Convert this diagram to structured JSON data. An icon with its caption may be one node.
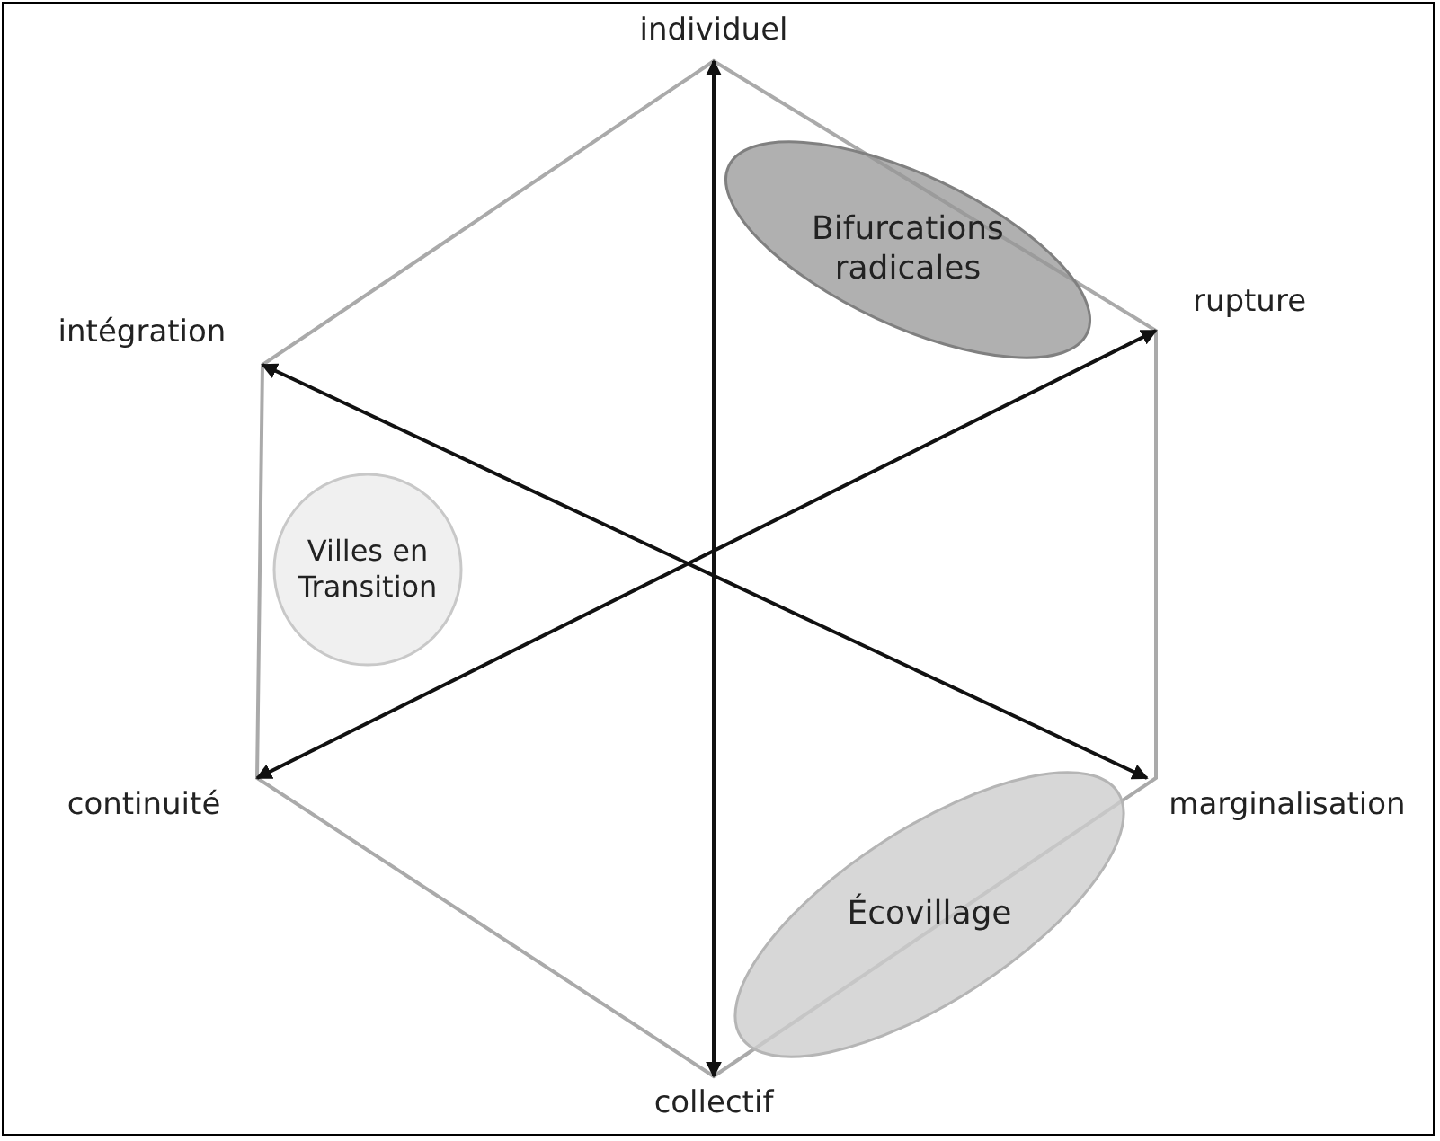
{
  "diagram": {
    "nodes": [
      {
        "text": [
          "individuel"
        ]
      },
      {
        "text": [
          "intégration"
        ]
      },
      {
        "text": [
          "rupture"
        ]
      },
      {
        "text": [
          "Bifurcations radicales"
        ]
      },
      {
        "text": [
          "Villes en Transition"
        ]
      },
      {
        "text": [
          "continuité"
        ]
      },
      {
        "text": [
          "marginalisation"
        ]
      },
      {
        "text": [
          "Écovillage"
        ]
      },
      {
        "text": [
          "collectif"
        ]
      }
    ],
    "edges": [
      {
        "from": 0,
        "to": 8,
        "arrow": "both"
      },
      {
        "from": 1,
        "to": 6,
        "arrow": "both"
      },
      {
        "from": 5,
        "to": 2,
        "arrow": "both"
      }
    ]
  }
}
